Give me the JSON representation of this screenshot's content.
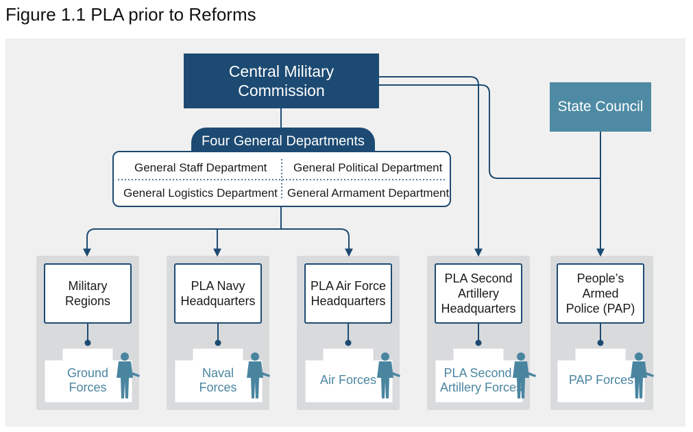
{
  "figure_title": "Figure 1.1  PLA prior to Reforms",
  "central": {
    "line1": "Central Military",
    "line2": "Commission"
  },
  "state_council": "State Council",
  "four_general": {
    "label": "Four General Departments",
    "departments": [
      "General Staff Department",
      "General Political Department",
      "General Logistics Department",
      "General Armament Department"
    ]
  },
  "columns": [
    {
      "hq_lines": [
        "Military",
        "Regions"
      ],
      "force_lines": [
        "Ground",
        "Forces"
      ]
    },
    {
      "hq_lines": [
        "PLA Navy",
        "Headquarters"
      ],
      "force_lines": [
        "Naval",
        "Forces"
      ]
    },
    {
      "hq_lines": [
        "PLA Air Force",
        "Headquarters"
      ],
      "force_lines": [
        "Air Forces"
      ]
    },
    {
      "hq_lines": [
        "PLA Second",
        "Artillery",
        "Headquarters"
      ],
      "force_lines": [
        "PLA Second",
        "Artillery Forces"
      ]
    },
    {
      "hq_lines": [
        "People’s Armed",
        "Police (PAP)"
      ],
      "force_lines": [
        "PAP Forces"
      ]
    }
  ],
  "colors": {
    "navy": "#1c4a72",
    "teal": "#4e8aa4",
    "soldier": "#4a85a0",
    "column_bg": "#d9dadc"
  }
}
